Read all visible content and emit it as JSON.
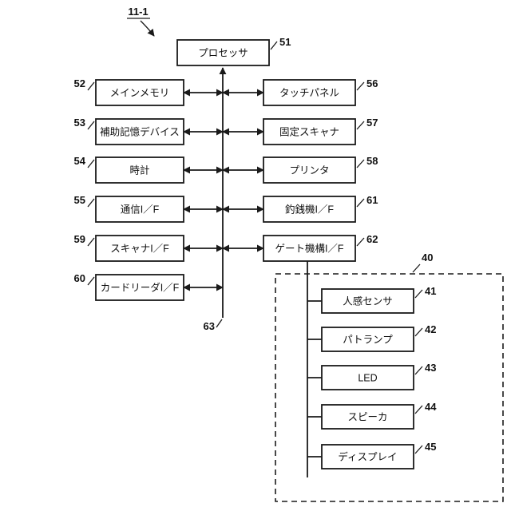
{
  "figure": {
    "ref_label": "11-1",
    "bus_num": "63"
  },
  "processor": {
    "label": "プロセッサ",
    "num": "51"
  },
  "left_boxes": [
    {
      "label": "メインメモリ",
      "num": "52"
    },
    {
      "label": "補助記憶デバイス",
      "num": "53"
    },
    {
      "label": "時計",
      "num": "54"
    },
    {
      "label": "通信I／F",
      "num": "55"
    },
    {
      "label": "スキャナI／F",
      "num": "59"
    },
    {
      "label": "カードリーダI／F",
      "num": "60"
    }
  ],
  "right_boxes": [
    {
      "label": "タッチパネル",
      "num": "56"
    },
    {
      "label": "固定スキャナ",
      "num": "57"
    },
    {
      "label": "プリンタ",
      "num": "58"
    },
    {
      "label": "釣銭機I／F",
      "num": "61"
    },
    {
      "label": "ゲート機構I／F",
      "num": "62"
    }
  ],
  "gate_group": {
    "num": "40",
    "items": [
      {
        "label": "人感センサ",
        "num": "41"
      },
      {
        "label": "パトランプ",
        "num": "42"
      },
      {
        "label": "LED",
        "num": "43"
      },
      {
        "label": "スピーカ",
        "num": "44"
      },
      {
        "label": "ディスプレイ",
        "num": "45"
      }
    ]
  }
}
